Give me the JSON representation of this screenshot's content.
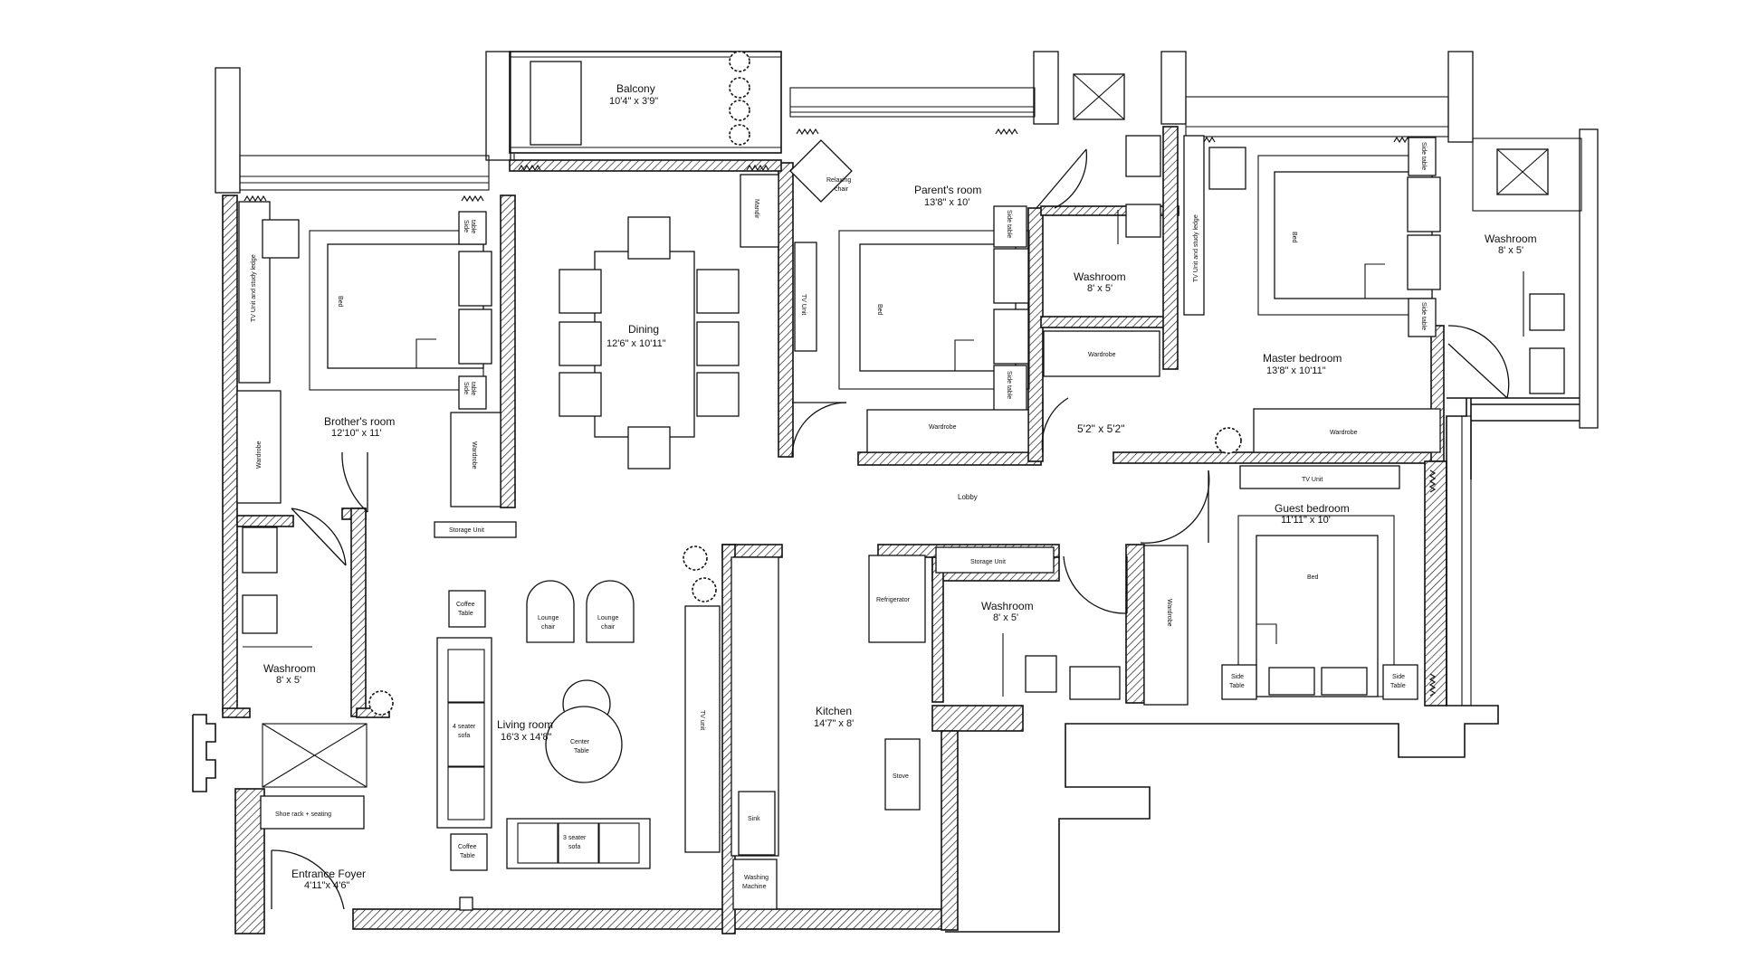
{
  "rooms": {
    "balcony": {
      "name": "Balcony",
      "dim": "10'4\" x 3'9\""
    },
    "dining": {
      "name": "Dining",
      "dim": "12'6\" x 10'11\""
    },
    "parents_room": {
      "name": "Parent's room",
      "dim": "13'8\" x 10'"
    },
    "washroom_parents": {
      "name": "Washroom",
      "dim": "8' x 5'"
    },
    "master_bedroom": {
      "name": "Master bedroom",
      "dim": "13'8\" x 10'11\""
    },
    "washroom_master": {
      "name": "Washroom",
      "dim": "8' x 5'"
    },
    "brothers_room": {
      "name": "Brother's room",
      "dim": "12'10\" x 11'"
    },
    "washroom_brother": {
      "name": "Washroom",
      "dim": "8' x 5'"
    },
    "lobby": {
      "name": "Lobby"
    },
    "passage": {
      "dim": "5'2\" x 5'2\""
    },
    "guest_bedroom": {
      "name": "Guest bedroom",
      "dim": "11'11\" x 10'"
    },
    "washroom_guest": {
      "name": "Washroom",
      "dim": "8' x 5'"
    },
    "living_room": {
      "name": "Living room",
      "dim": "16'3 x 14'8\""
    },
    "kitchen": {
      "name": "Kitchen",
      "dim": "14'7\" x 8'"
    },
    "entrance_foyer": {
      "name": "Entrance Foyer",
      "dim": "4'11\"x 4'6\""
    }
  },
  "furniture": {
    "bed": "Bed",
    "side_table": "Side table",
    "side_table_split": [
      "Side",
      "table"
    ],
    "side_table_cap": [
      "Side",
      "Table"
    ],
    "wardrobe": "Wardrobe",
    "tv_unit_study": "TV Unit and study ledge",
    "tv_unit": "TV Unit",
    "tv_unit_lower": "TV unit",
    "storage_unit": "Storage Unit",
    "mandir": "Mandir",
    "relaxing_chair": [
      "Relaxing",
      "chair"
    ],
    "refrigerator": "Refrigerator",
    "stove": "Stove",
    "sink": "Sink",
    "washing_machine": [
      "Washing",
      "Machine"
    ],
    "coffee_table": [
      "Coffee",
      "Table"
    ],
    "lounge_chair": [
      "Lounge",
      "chair"
    ],
    "four_seater": [
      "4 seater",
      "sofa"
    ],
    "three_seater": [
      "3 seater",
      "sofa"
    ],
    "center_table": [
      "Center",
      "Table"
    ],
    "shoe_rack": "Shoe rack + seating"
  }
}
